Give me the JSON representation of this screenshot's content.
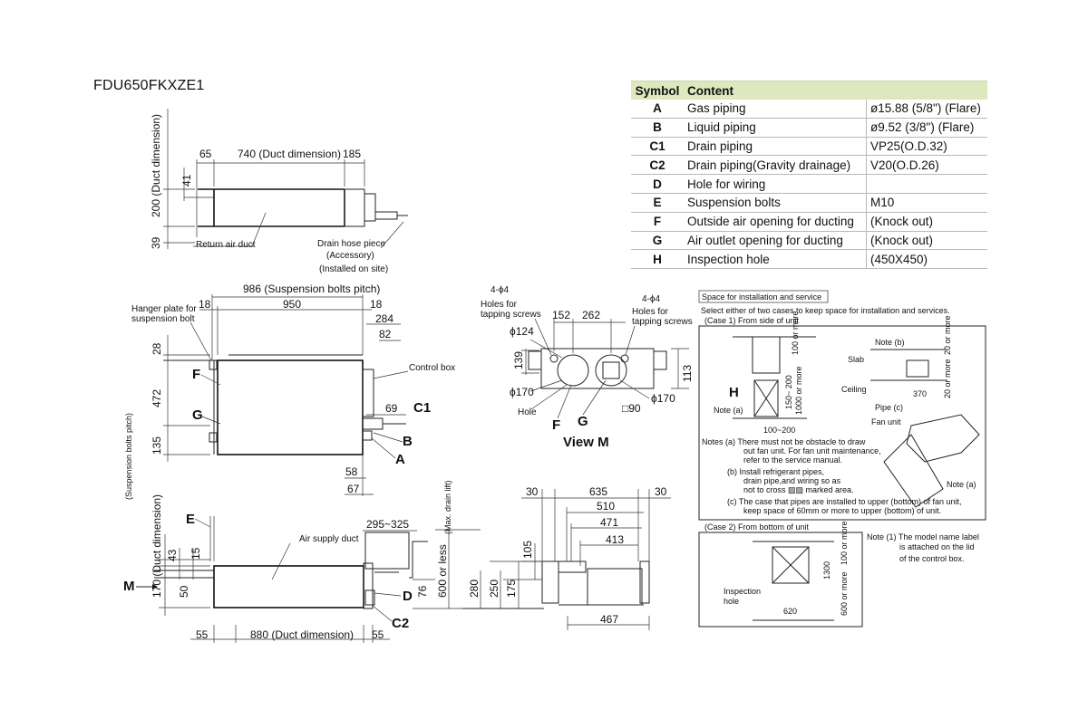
{
  "title": "FDU650FKXZE1",
  "table": {
    "headers": [
      "Symbol",
      "Content"
    ],
    "rows": [
      {
        "symbol": "A",
        "content": "Gas piping",
        "value": "ø15.88 (5/8\") (Flare)"
      },
      {
        "symbol": "B",
        "content": "Liquid piping",
        "value": "ø9.52 (3/8\") (Flare)"
      },
      {
        "symbol": "C1",
        "content": "Drain piping",
        "value": "VP25(O.D.32)"
      },
      {
        "symbol": "C2",
        "content": "Drain piping(Gravity drainage)",
        "value": "V20(O.D.26)"
      },
      {
        "symbol": "D",
        "content": "Hole for wiring",
        "value": ""
      },
      {
        "symbol": "E",
        "content": "Suspension bolts",
        "value": "M10"
      },
      {
        "symbol": "F",
        "content": "Outside air opening for ducting",
        "value": "(Knock out)"
      },
      {
        "symbol": "G",
        "content": "Air outlet opening for ducting",
        "value": "(Knock out)"
      },
      {
        "symbol": "H",
        "content": "Inspection hole",
        "value": "(450X450)"
      }
    ]
  },
  "top_view": {
    "dims": [
      "65",
      "740 (Duct dimension)",
      "185",
      "41",
      "200 (Duct dimension)",
      "39"
    ],
    "labels": [
      "Return air duct",
      "Drain hose piece",
      "(Accessory)",
      "(Installed on site)"
    ]
  },
  "plan_view": {
    "dims": [
      "986 (Suspension bolts pitch)",
      "18",
      "950",
      "18",
      "284",
      "82",
      "28",
      "472",
      "135",
      "69",
      "58",
      "67"
    ],
    "labels": [
      "Hanger plate for",
      "suspension bolt",
      "Control box",
      "(Suspension bolts pitch)"
    ],
    "letters": [
      "F",
      "G",
      "C1",
      "B",
      "A"
    ]
  },
  "view_m": {
    "title": "View M",
    "dims": [
      "152",
      "262",
      "ϕ124",
      "139",
      "113",
      "ϕ170",
      "ϕ170",
      "□90"
    ],
    "labels": [
      "4-ϕ4",
      "Holes for",
      "tapping screws",
      "4-ϕ4",
      "Holes for",
      "tapping screws",
      "Hole"
    ],
    "letters": [
      "F",
      "G"
    ]
  },
  "side_view": {
    "dims": [
      "295~325",
      "43",
      "15",
      "170 (Duct dimension)",
      "50",
      "76",
      "600 or less",
      "(Max. drain lift)",
      "55",
      "880 (Duct dimension)",
      "55"
    ],
    "labels": [
      "Air supply duct"
    ],
    "letters": [
      "E",
      "M",
      "D",
      "C2"
    ]
  },
  "end_view": {
    "dims": [
      "30",
      "635",
      "30",
      "510",
      "471",
      "413",
      "105",
      "175",
      "250",
      "280",
      "467"
    ]
  },
  "service": {
    "heading": "Space for installation and service",
    "intro": "Select either of two cases to keep space for installation and services.",
    "case1": "(Case 1)      From side of unit",
    "case1_dims": [
      "100 or more",
      "150~ 200",
      "1000 or more",
      "100~200",
      "20 or more",
      "370",
      "20 or more"
    ],
    "case1_labels": [
      "Note (a)",
      "Note (b)",
      "Slab",
      "Ceiling",
      "Pipe (c)",
      "Fan unit",
      "Note (a)",
      "H"
    ],
    "notes": [
      "Notes (a)  There must not be obstacle to draw",
      "out fan unit. For fan unit maintenance,",
      "refer to the service manual.",
      "(b)  Install refrigerant pipes,",
      "drain pipe,and wiring so as",
      "not to cross ▨▨ marked area.",
      "(c)  The case that pipes are installed to upper (bottom) of fan unit,",
      "keep space of 60mm or more to upper (bottom) of unit."
    ],
    "case2": "(Case 2)      From bottom of unit",
    "case2_dims": [
      "100 or more",
      "1300",
      "600 or more",
      "620"
    ],
    "case2_labels": [
      "Inspection",
      "hole"
    ],
    "model_note": [
      "Note (1) The model name label",
      "is attached on the lid",
      "of the control box."
    ]
  }
}
